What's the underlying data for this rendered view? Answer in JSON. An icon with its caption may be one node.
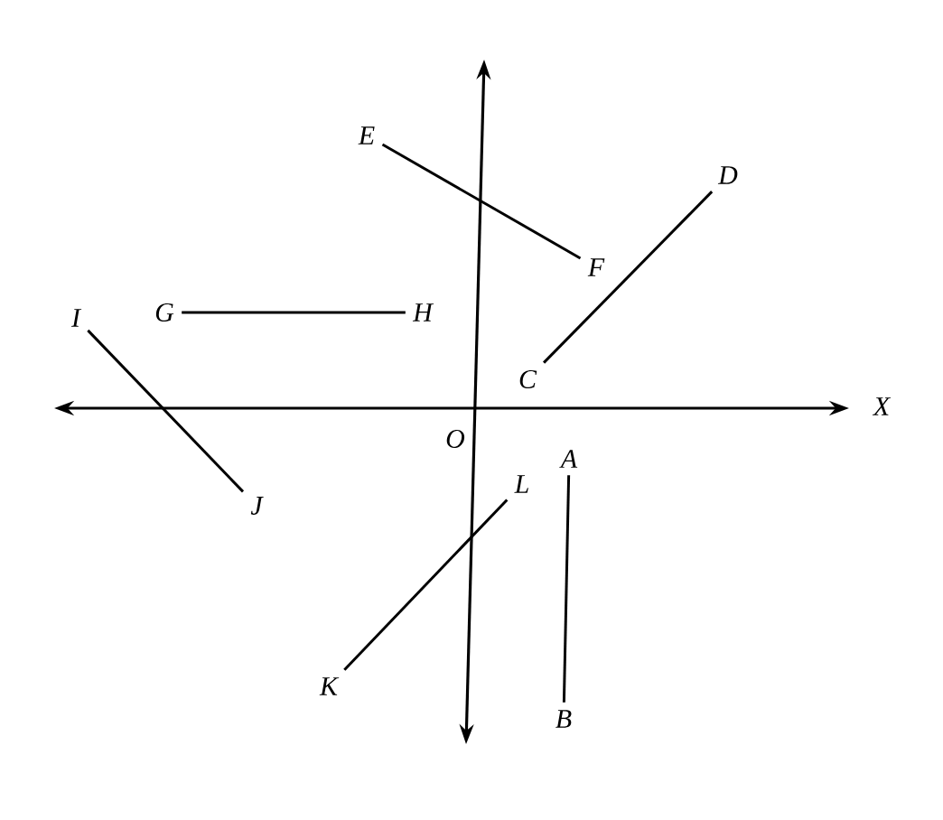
{
  "diagram": {
    "nodes": [
      {
        "text": [
          "E"
        ]
      },
      {
        "text": [
          "D"
        ]
      },
      {
        "text": [
          "F"
        ]
      },
      {
        "text": [
          "G"
        ]
      },
      {
        "text": [
          "H"
        ]
      },
      {
        "text": [
          "I"
        ]
      },
      {
        "text": [
          "C"
        ]
      },
      {
        "text": [
          "A"
        ]
      },
      {
        "text": [
          "L"
        ]
      },
      {
        "text": [
          "J"
        ]
      },
      {
        "text": [
          "K"
        ]
      },
      {
        "text": [
          "B"
        ]
      }
    ],
    "edges": [
      {
        "from": 0,
        "to": 2,
        "arrow": "none"
      },
      {
        "from": 1,
        "to": 6,
        "arrow": "none"
      },
      {
        "from": 3,
        "to": 4,
        "arrow": "none"
      },
      {
        "from": 5,
        "to": 9,
        "arrow": "none"
      },
      {
        "from": 8,
        "to": 10,
        "arrow": "none"
      },
      {
        "from": 7,
        "to": 11,
        "arrow": "none"
      }
    ],
    "labels": [
      "X",
      "O"
    ]
  }
}
